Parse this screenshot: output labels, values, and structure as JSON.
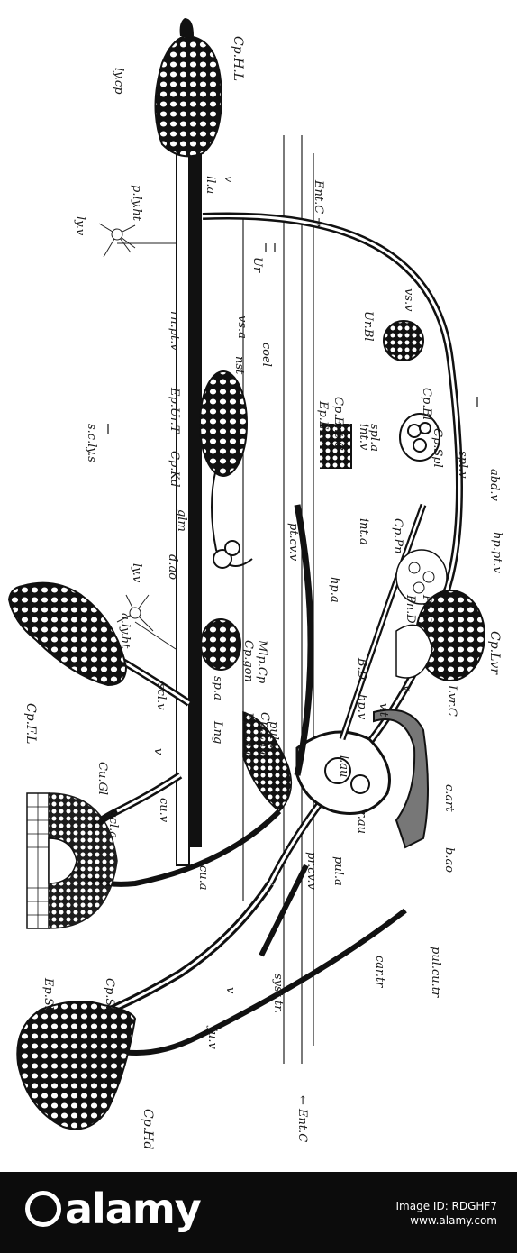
{
  "diagram": {
    "labels": {
      "ep_sk": "Ep.Sk",
      "cp_sk": "Cp.Sk",
      "cu_gl": "Cu.Gl",
      "cp_fl": "Cp.F.L",
      "a_ly_ht": "a.ly.ht",
      "ly_v_mid": "ly.v",
      "scl_a": "scl.a",
      "scl_v": "scl.v",
      "cu_v": "cu.v",
      "cu_a": "cu.a",
      "v_top": "v",
      "ju_v": "ju.v",
      "v_hd": "v",
      "cp_hd": "Cp.Hd",
      "ent_c_left": "← Ent.C",
      "syst_tr": "syst tr.",
      "car_tr": "car.tr",
      "pul_cu_tr": "pul.cu.tr",
      "b_ao": "b.ao",
      "c_art": "c.art",
      "pr_cv_v": "pr.cv.v",
      "pul_a": "pul.a",
      "r_au": "r.au",
      "l_au": "l.au",
      "v_t": "v.t",
      "lng": "Lng",
      "sp_a": "sp.a",
      "ep_lng": "Ep.Lng",
      "cp_lng": "Cp.Lng",
      "pul_v": "pul.v",
      "hp_v": "hp.v",
      "bd": "B.D",
      "v_mid": "v",
      "lvr_c": "Lvr.C",
      "cp_lvr": "Cp.Lvr",
      "d_ao": "d.ao",
      "glm": "glm",
      "cp_gon": "Cp.gon",
      "mlp_cp": "Mlp.Cp",
      "pt_cv_v": "pt.cv.v",
      "hp_a": "hp.a",
      "pn_d": "Pn.D",
      "pn_c": "Pn.C",
      "hp_pt_v": "hp.pt.v",
      "cp_pn": "Cp.Pn",
      "int_a": "int.a",
      "int_v": "int.v",
      "spl_a": "spl.a",
      "spl_v": "spl.v",
      "cp_spl": "Cp.Spl",
      "cp_bl": "Cp.Bl",
      "abd_v": "abd.v",
      "cp_kd": "Cp.Kd",
      "ep_ur_t": "Ep.Ur.T",
      "nst": "nst",
      "coel": "coel",
      "vs_a": "vs.a",
      "ep_ent": "Ep.Ent",
      "cp_ent_c": "Cp.Ent.C",
      "ur_bl": "Ur.Bl",
      "vs_v": "vs.v",
      "s_c_ly_s": "s.c.ly.s",
      "rn_pt_v": "rn.pt.v",
      "ur": "Ur",
      "ly_v_top": "ly.v",
      "p_ly_ht": "p.ly.ht",
      "il_a": "il.a",
      "v_hl": "v",
      "ly_cp": "ly.cp",
      "cp_hl": "Cp.H.L",
      "ent_c_right": "Ent.C →"
    }
  },
  "banner": {
    "logo": "alamy",
    "image_id": "Image ID: RDGHF7",
    "site": "www.alamy.com"
  }
}
